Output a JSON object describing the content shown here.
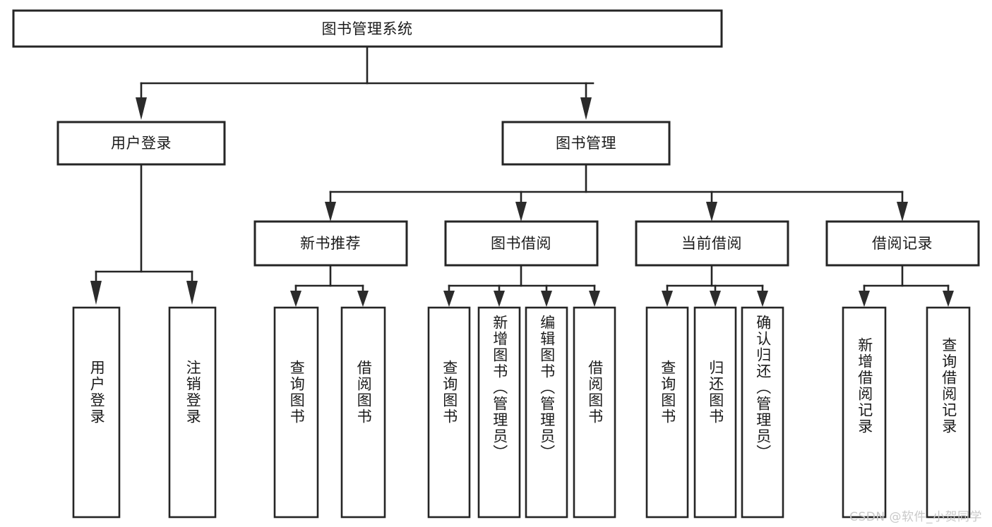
{
  "diagram": {
    "title": "图书管理系统",
    "type": "tree",
    "watermark": "CSDN @软件_小贺同学",
    "colors": {
      "stroke": "#252525",
      "box_fill": "#ffffff",
      "text": "#1b1b1b",
      "background": "#ffffff",
      "watermark": "#c9c9c9"
    },
    "root": {
      "label": "图书管理系统",
      "orientation": "horizontal"
    },
    "level2": [
      {
        "label": "用户登录",
        "orientation": "horizontal"
      },
      {
        "label": "图书管理",
        "orientation": "horizontal"
      }
    ],
    "level3": [
      {
        "label": "新书推荐",
        "orientation": "horizontal"
      },
      {
        "label": "图书借阅",
        "orientation": "horizontal"
      },
      {
        "label": "当前借阅",
        "orientation": "horizontal"
      },
      {
        "label": "借阅记录",
        "orientation": "horizontal"
      }
    ],
    "leaves": {
      "user_login": [
        {
          "label": "用户登录",
          "orientation": "vertical"
        },
        {
          "label": "注销登录",
          "orientation": "vertical"
        }
      ],
      "new_book_recommend": [
        {
          "label": "查询图书",
          "orientation": "vertical"
        },
        {
          "label": "借阅图书",
          "orientation": "vertical"
        }
      ],
      "book_borrow": [
        {
          "label": "查询图书",
          "orientation": "vertical"
        },
        {
          "label": "新增图书（管理员）",
          "orientation": "vertical"
        },
        {
          "label": "编辑图书（管理员）",
          "orientation": "vertical"
        },
        {
          "label": "借阅图书",
          "orientation": "vertical"
        }
      ],
      "current_borrow": [
        {
          "label": "查询图书",
          "orientation": "vertical"
        },
        {
          "label": "归还图书",
          "orientation": "vertical"
        },
        {
          "label": "确认归还（管理员）",
          "orientation": "vertical"
        }
      ],
      "borrow_record": [
        {
          "label": "新增借阅记录",
          "orientation": "vertical"
        },
        {
          "label": "查询借阅记录",
          "orientation": "vertical"
        }
      ]
    }
  }
}
